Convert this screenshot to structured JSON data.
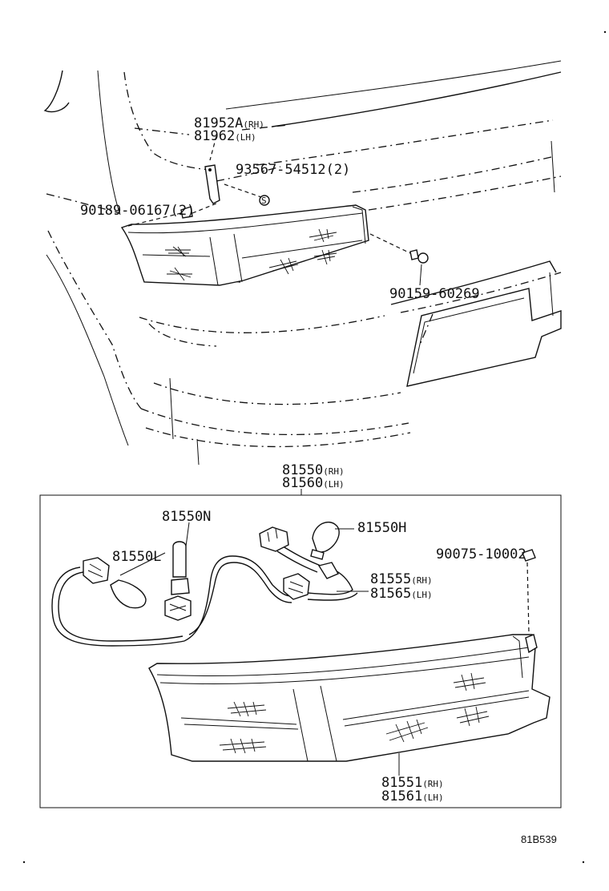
{
  "labels": {
    "p81952a": "81952A",
    "p81962": "81962",
    "p93567": "93567-54512(2)",
    "p90189": "90189-06167(2)",
    "p90159": "90159-60269",
    "p81550": "81550",
    "p81560": "81560",
    "p81550n": "81550N",
    "p81550h": "81550H",
    "p81550l": "81550L",
    "p90075": "90075-10002",
    "p81555": "81555",
    "p81565": "81565",
    "p81551": "81551",
    "p81561": "81561"
  },
  "suffix": {
    "rh": "(RH)",
    "lh": "(LH)"
  },
  "diagram_code": "81B539"
}
